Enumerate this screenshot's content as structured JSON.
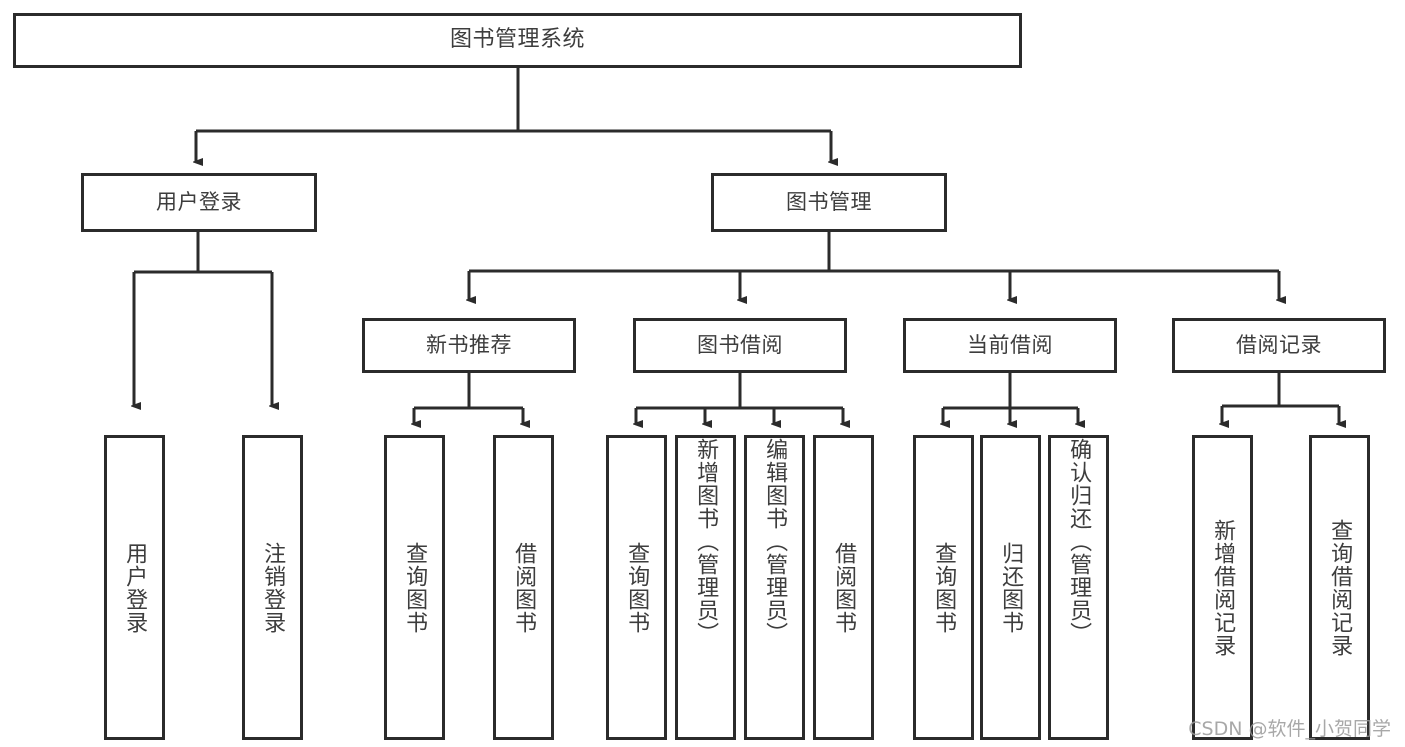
{
  "diagram": {
    "type": "tree",
    "title": "图书管理系统",
    "root": {
      "label": "图书管理系统"
    },
    "level2": [
      {
        "label": "用户登录"
      },
      {
        "label": "图书管理"
      }
    ],
    "level3": [
      {
        "label": "新书推荐"
      },
      {
        "label": "图书借阅"
      },
      {
        "label": "当前借阅"
      },
      {
        "label": "借阅记录"
      }
    ],
    "leaves": {
      "user_login": [
        {
          "label": "用户登录"
        },
        {
          "label": "注销登录"
        }
      ],
      "new_book": [
        {
          "label": "查询图书"
        },
        {
          "label": "借阅图书"
        }
      ],
      "book_borrow": [
        {
          "label": "查询图书"
        },
        {
          "label": "新增图书（管理员）"
        },
        {
          "label": "编辑图书（管理员）"
        },
        {
          "label": "借阅图书"
        }
      ],
      "current_borrow": [
        {
          "label": "查询图书"
        },
        {
          "label": "归还图书"
        },
        {
          "label": "确认归还（管理员）"
        }
      ],
      "borrow_record": [
        {
          "label": "新增借阅记录"
        },
        {
          "label": "查询借阅记录"
        }
      ]
    }
  },
  "watermark": {
    "text": "CSDN @软件_小贺同学"
  },
  "colors": {
    "stroke": "#2b2b2b",
    "text": "#3d3d3d",
    "background": "#ffffff",
    "watermark": "#9a9a9a"
  }
}
